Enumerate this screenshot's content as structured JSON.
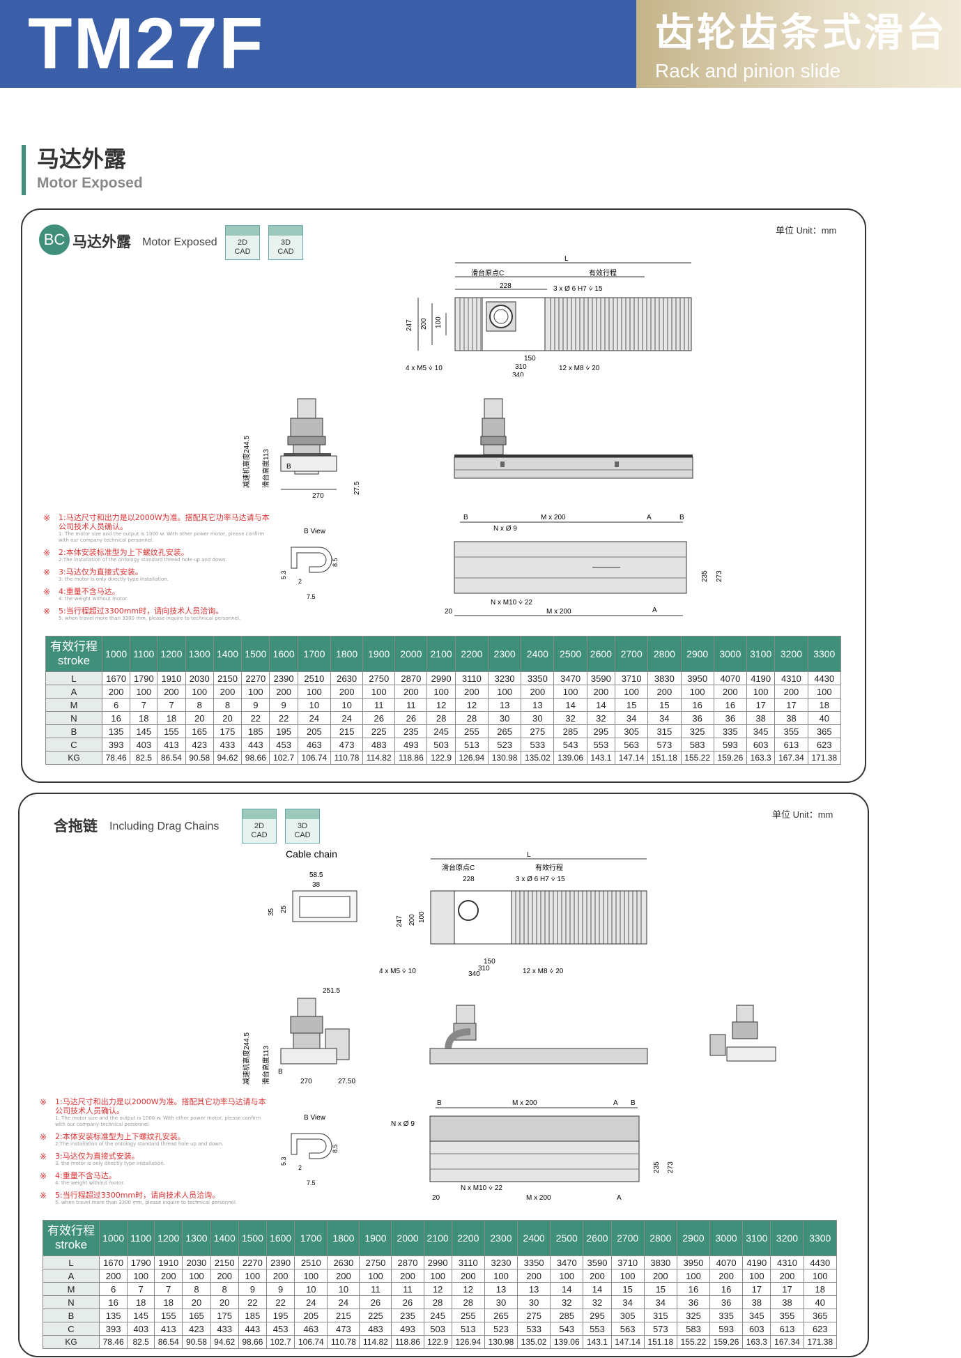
{
  "header": {
    "model": "TM27F",
    "title_cn": "齿轮齿条式滑台",
    "title_en": "Rack and pinion slide"
  },
  "section": {
    "title_cn": "马达外露",
    "title_en": "Motor Exposed"
  },
  "panel1": {
    "badge": "BC",
    "title_cn": "马达外露",
    "title_en": "Motor Exposed",
    "cad2d": [
      "2D",
      "CAD"
    ],
    "cad3d": [
      "3D",
      "CAD"
    ],
    "unit": "单位 Unit：mm"
  },
  "panel2": {
    "title_cn": "含拖链",
    "title_en": "Including Drag Chains",
    "cad2d": [
      "2D",
      "CAD"
    ],
    "cad3d": [
      "3D",
      "CAD"
    ],
    "unit": "单位 Unit：mm",
    "cable_chain": "Cable chain"
  },
  "drawing_labels": {
    "L": "L",
    "origin": "滑台原点C",
    "travel": "有效行程",
    "d228": "228",
    "hole": "3 x Ø 6 H7 ⩒ 15",
    "d247": "247",
    "d200": "200",
    "d100": "100",
    "d150": "150",
    "d310": "310",
    "d340": "340",
    "m5": "4 x M5 ⩒ 10",
    "m8": "12 x M8 ⩒ 20",
    "gear_h": "减速机高度244.5",
    "slide_h": "滑台高度113",
    "B": "B",
    "d270": "270",
    "d27_5": "27.5",
    "d27_50": "27.50",
    "d251_5": "251.5",
    "bview": "B View",
    "d5_3": "5.3",
    "d8_5": "8.5",
    "d2": "2",
    "d7_5": "7.5",
    "mx200": "M x 200",
    "A": "A",
    "n9": "N x Ø 9",
    "m10": "N x M10 ⩒ 22",
    "d20": "20",
    "d235": "235",
    "d273": "273",
    "d58_5": "58.5",
    "d38": "38",
    "d35": "35",
    "d25": "25"
  },
  "notes": [
    {
      "mark": "※",
      "cn": "1:马达尺寸和出力是以2000W为准。搭配其它功率马达请与本公司技术人员确认。",
      "en": "1: The motor size and the output is 1000 w. With other power motor, please confirm with our company technical personnel."
    },
    {
      "mark": "※",
      "cn": "2:本体安装标准型为上下螺纹孔安装。",
      "en": "2:The installation of the ontology standard thread hole up and down."
    },
    {
      "mark": "※",
      "cn": "3:马达仅为直接式安装。",
      "en": "3: the motor is only directly type installation."
    },
    {
      "mark": "※",
      "cn": "4:重量不含马达。",
      "en": "4: the weight without motor."
    },
    {
      "mark": "※",
      "cn": "5:当行程超过3300mm时，请向技术人员洽询。",
      "en": "5: when travel more than 3300 mm, please inquire to technical personnel."
    }
  ],
  "table": {
    "header_cn": "有效行程",
    "header_en": "stroke",
    "strokes": [
      "1000",
      "1100",
      "1200",
      "1300",
      "1400",
      "1500",
      "1600",
      "1700",
      "1800",
      "1900",
      "2000",
      "2100",
      "2200",
      "2300",
      "2400",
      "2500",
      "2600",
      "2700",
      "2800",
      "2900",
      "3000",
      "3100",
      "3200",
      "3300"
    ],
    "rows": [
      {
        "label": "L",
        "values": [
          "1670",
          "1790",
          "1910",
          "2030",
          "2150",
          "2270",
          "2390",
          "2510",
          "2630",
          "2750",
          "2870",
          "2990",
          "3110",
          "3230",
          "3350",
          "3470",
          "3590",
          "3710",
          "3830",
          "3950",
          "4070",
          "4190",
          "4310",
          "4430"
        ]
      },
      {
        "label": "A",
        "values": [
          "200",
          "100",
          "200",
          "100",
          "200",
          "100",
          "200",
          "100",
          "200",
          "100",
          "200",
          "100",
          "200",
          "100",
          "200",
          "100",
          "200",
          "100",
          "200",
          "100",
          "200",
          "100",
          "200",
          "100"
        ]
      },
      {
        "label": "M",
        "values": [
          "6",
          "7",
          "7",
          "8",
          "8",
          "9",
          "9",
          "10",
          "10",
          "11",
          "11",
          "12",
          "12",
          "13",
          "13",
          "14",
          "14",
          "15",
          "15",
          "16",
          "16",
          "17",
          "17",
          "18"
        ]
      },
      {
        "label": "N",
        "values": [
          "16",
          "18",
          "18",
          "20",
          "20",
          "22",
          "22",
          "24",
          "24",
          "26",
          "26",
          "28",
          "28",
          "30",
          "30",
          "32",
          "32",
          "34",
          "34",
          "36",
          "36",
          "38",
          "38",
          "40"
        ]
      },
      {
        "label": "B",
        "values": [
          "135",
          "145",
          "155",
          "165",
          "175",
          "185",
          "195",
          "205",
          "215",
          "225",
          "235",
          "245",
          "255",
          "265",
          "275",
          "285",
          "295",
          "305",
          "315",
          "325",
          "335",
          "345",
          "355",
          "365"
        ]
      },
      {
        "label": "C",
        "values": [
          "393",
          "403",
          "413",
          "423",
          "433",
          "443",
          "453",
          "463",
          "473",
          "483",
          "493",
          "503",
          "513",
          "523",
          "533",
          "543",
          "553",
          "563",
          "573",
          "583",
          "593",
          "603",
          "613",
          "623"
        ]
      },
      {
        "label": "KG",
        "values": [
          "78.46",
          "82.5",
          "86.54",
          "90.58",
          "94.62",
          "98.66",
          "102.7",
          "106.74",
          "110.78",
          "114.82",
          "118.86",
          "122.9",
          "126.94",
          "130.98",
          "135.02",
          "139.06",
          "143.1",
          "147.14",
          "151.18",
          "155.22",
          "159.26",
          "163.3",
          "167.34",
          "171.38"
        ]
      }
    ]
  }
}
